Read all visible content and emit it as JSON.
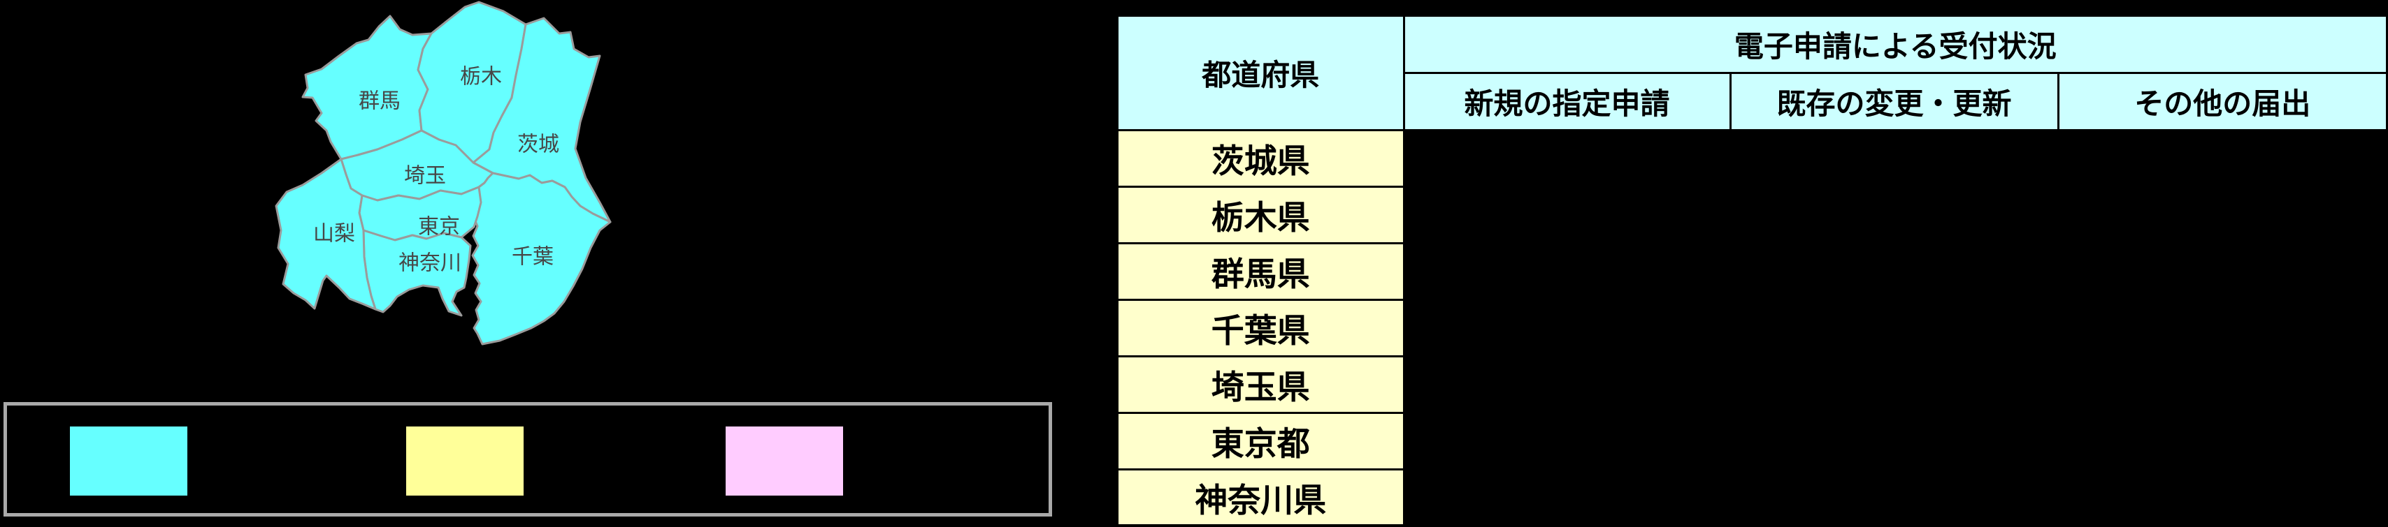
{
  "map": {
    "fill": "#66FFFF",
    "border_color": "#9b9b9b",
    "labels": [
      {
        "id": "gunma",
        "text": "群馬"
      },
      {
        "id": "tochigi",
        "text": "栃木"
      },
      {
        "id": "ibaraki",
        "text": "茨城"
      },
      {
        "id": "saitama",
        "text": "埼玉"
      },
      {
        "id": "yamanashi",
        "text": "山梨"
      },
      {
        "id": "tokyo",
        "text": "東京"
      },
      {
        "id": "kanagawa",
        "text": "神奈川"
      },
      {
        "id": "chiba",
        "text": "千葉"
      }
    ]
  },
  "legend": {
    "swatches": [
      {
        "name": "cyan-swatch",
        "color": "#66FFFF"
      },
      {
        "name": "yellow-swatch",
        "color": "#FFFF99"
      },
      {
        "name": "pink-swatch",
        "color": "#FFCCFF"
      }
    ],
    "border_color": "#a9a9a9"
  },
  "table": {
    "header_bg": "#CCFFFF",
    "row_bg": "#FFFFCC",
    "prefecture_header": "都道府県",
    "group_header": "電子申請による受付状況",
    "sub_headers": [
      "新規の指定申請",
      "既存の変更・更新",
      "その他の届出"
    ],
    "rows": [
      {
        "prefecture": "茨城県"
      },
      {
        "prefecture": "栃木県"
      },
      {
        "prefecture": "群馬県"
      },
      {
        "prefecture": "千葉県"
      },
      {
        "prefecture": "埼玉県"
      },
      {
        "prefecture": "東京都"
      },
      {
        "prefecture": "神奈川県"
      }
    ]
  }
}
